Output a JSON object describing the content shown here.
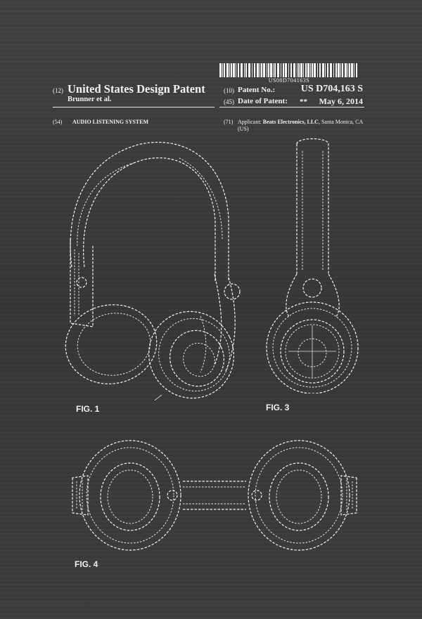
{
  "header": {
    "barcode_number": "US00D704163S",
    "doc_kind_code": "(12)",
    "doc_kind": "United States Design Patent",
    "inventors": "Brunner et al.",
    "patent_no_code": "(10)",
    "patent_no_label": "Patent No.:",
    "patent_no": "US D704,163 S",
    "date_code": "(45)",
    "date_label": "Date of Patent:",
    "date_stars": "**",
    "date": "May 6, 2014"
  },
  "bibliographic": {
    "title_code": "(54)",
    "title": "AUDIO LISTENING SYSTEM",
    "applicant_code": "(71)",
    "applicant_label": "Applicant:",
    "applicant_name": "Beats Electronics, LLC",
    "applicant_location": ", Santa Monica, CA (US)"
  },
  "figures": {
    "fig1": "FIG. 1",
    "fig3": "FIG. 3",
    "fig4": "FIG. 4"
  },
  "colors": {
    "background": "#3a3a3a",
    "ink": "#f2f2f2"
  }
}
